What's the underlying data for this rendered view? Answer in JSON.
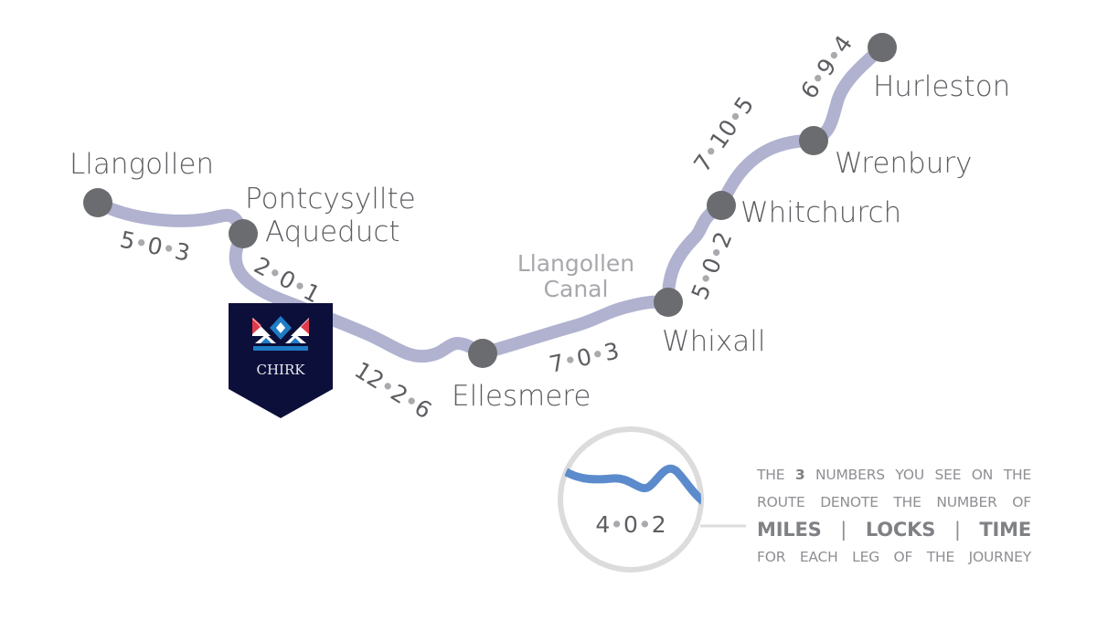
{
  "title": "Llangollen Canal",
  "colors": {
    "route": "#b0b2d0",
    "stop": "#6b6c70",
    "label": "#5d5e62",
    "canal_label": "#a7a8ac",
    "legend_route": "#5b8bcc",
    "legend_ring": "#dcdcdd",
    "chirk_navy": "#0c0f3a",
    "chirk_blue": "#1e7cc4",
    "chirk_red": "#e23a4a"
  },
  "stops": [
    {
      "name": "Llangollen"
    },
    {
      "name_line1": "Pontcysyllte",
      "name_line2": "Aqueduct"
    },
    {
      "name": "Ellesmere"
    },
    {
      "name": "Whixall"
    },
    {
      "name": "Whitchurch"
    },
    {
      "name": "Wrenbury"
    },
    {
      "name": "Hurleston"
    }
  ],
  "legs": [
    {
      "from": "Llangollen",
      "to": "Pontcysyllte Aqueduct",
      "miles": "5",
      "locks": "0",
      "time": "3"
    },
    {
      "from": "Pontcysyllte Aqueduct",
      "to": "Chirk",
      "miles": "2",
      "locks": "0",
      "time": "1"
    },
    {
      "from": "Chirk",
      "to": "Ellesmere",
      "miles": "12",
      "locks": "2",
      "time": "6"
    },
    {
      "from": "Ellesmere",
      "to": "Whixall",
      "miles": "7",
      "locks": "0",
      "time": "3"
    },
    {
      "from": "Whixall",
      "to": "Whitchurch",
      "miles": "5",
      "locks": "0",
      "time": "2"
    },
    {
      "from": "Whitchurch",
      "to": "Wrenbury",
      "miles": "7",
      "locks": "10",
      "time": "5"
    },
    {
      "from": "Wrenbury",
      "to": "Hurleston",
      "miles": "6",
      "locks": "9",
      "time": "4"
    }
  ],
  "canal_label": {
    "line1": "Llangollen",
    "line2": "Canal"
  },
  "chirk_badge": {
    "label": "CHIRK"
  },
  "legend": {
    "example": {
      "miles": "4",
      "locks": "0",
      "time": "2"
    },
    "line1_pre": "THE",
    "line1_num": "3",
    "line1_post": "NUMBERS YOU SEE ON THE",
    "line2": "ROUTE DENOTE THE NUMBER OF",
    "miles": "MILES",
    "locks": "LOCKS",
    "time": "TIME",
    "separator": "|",
    "line4": "FOR EACH LEG OF THE JOURNEY"
  }
}
